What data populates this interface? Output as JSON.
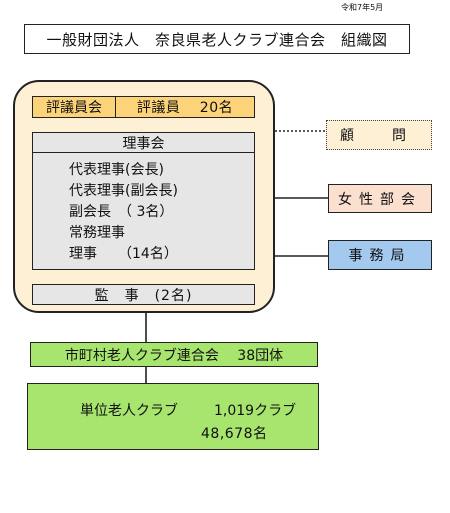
{
  "date": "令和7年5月",
  "title": "一般財団法人　奈良県老人クラブ連合会　組織図",
  "council": {
    "name": "評議員会",
    "members": "評議員　 20名"
  },
  "board": {
    "name": "理事会",
    "members": [
      "代表理事(会長)",
      "代表理事(副会長)",
      "副会長　（ 3名）",
      "常務理事",
      "理事　　（14名）"
    ]
  },
  "auditor": "監　事　(2名)",
  "advisor": "顧　問",
  "womens_division": "女性部会",
  "secretariat": "事務局",
  "municipal": "市町村老人クラブ連合会　 38団体",
  "clubs": {
    "name": "単位老人クラブ",
    "count": "1,019クラブ",
    "members": "48,678名"
  },
  "colors": {
    "outer_fill": "#fdf0d4",
    "council_fill": "#fdd37a",
    "board_fill": "#e6e6e6",
    "womens_fill": "#fbe0cf",
    "secretariat_fill": "#a3c9ee",
    "green_fill": "#a7e56e"
  }
}
